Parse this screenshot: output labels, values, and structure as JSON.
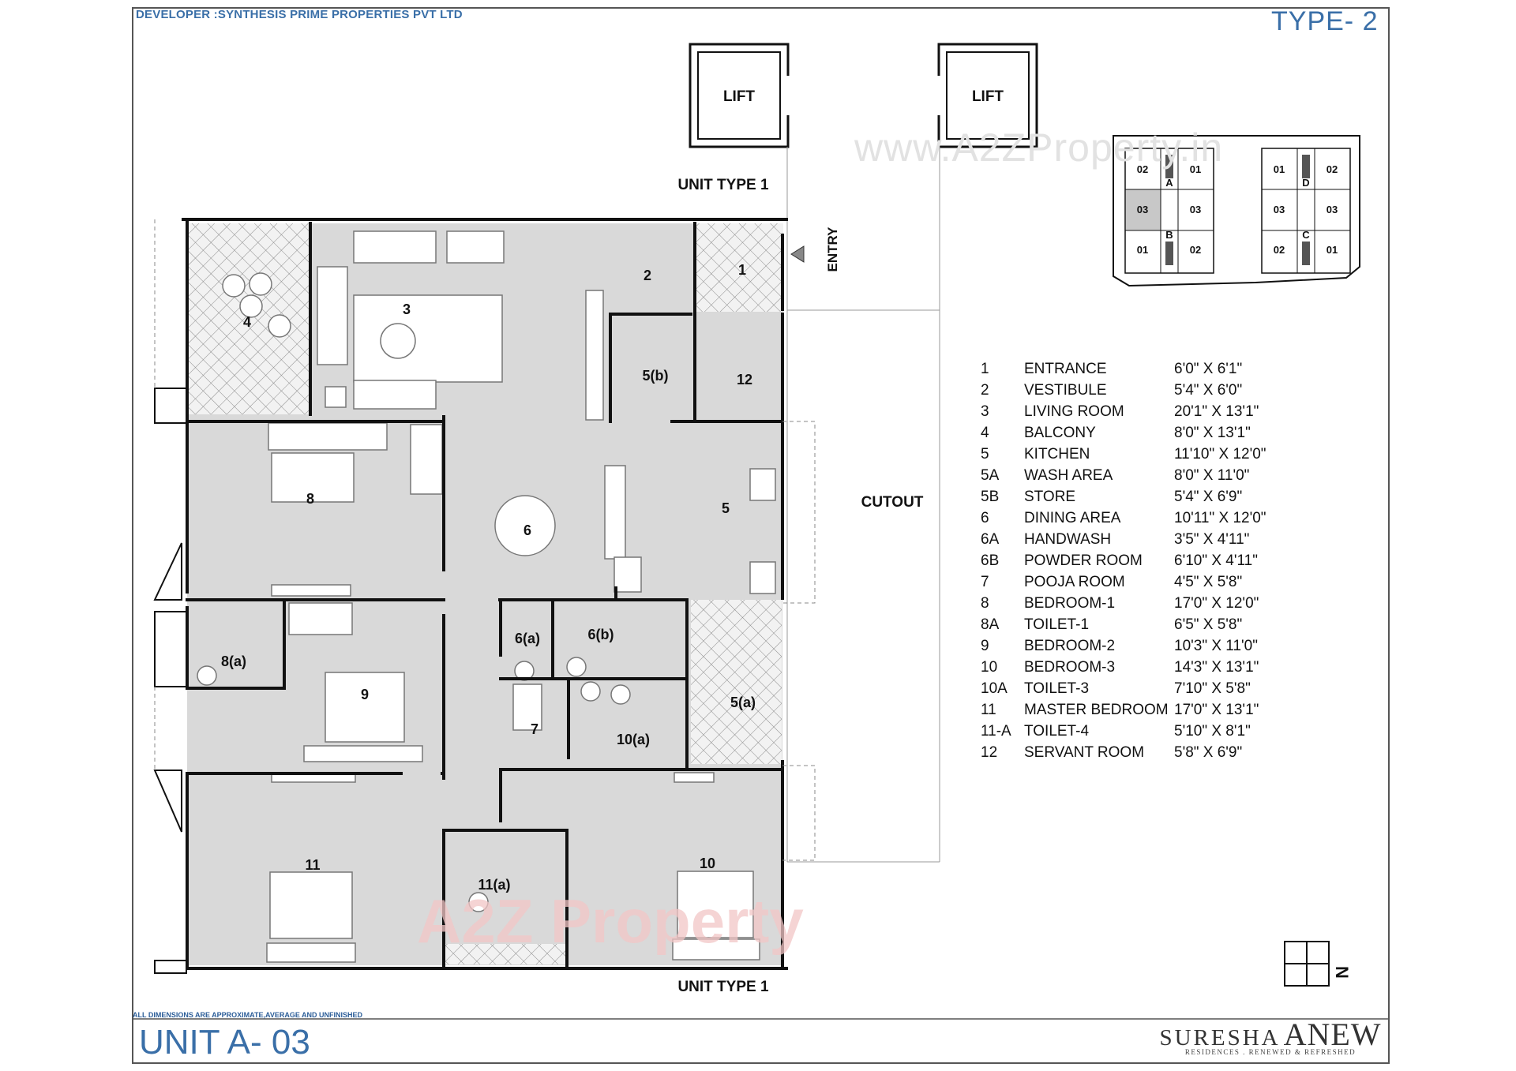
{
  "header": {
    "developer": "DEVELOPER :SYNTHESIS PRIME PROPERTIES PVT LTD",
    "type_title": "TYPE- 2"
  },
  "watermarks": {
    "site": "www.A2ZProperty.in",
    "logo_text": "A2Z Property"
  },
  "plan": {
    "lift_label": "LIFT",
    "unit_type_label": "UNIT TYPE 1",
    "entry_label": "ENTRY",
    "cutout_label": "CUTOUT",
    "room_numbers": {
      "r1": "1",
      "r2": "2",
      "r3": "3",
      "r4": "4",
      "r5": "5",
      "r5a": "5(a)",
      "r5b": "5(b)",
      "r6": "6",
      "r6a": "6(a)",
      "r6b": "6(b)",
      "r7": "7",
      "r8": "8",
      "r8a": "8(a)",
      "r9": "9",
      "r10": "10",
      "r10a": "10(a)",
      "r11": "11",
      "r11a": "11(a)",
      "r12": "12"
    }
  },
  "key_plan": {
    "left": {
      "top_left": "02",
      "top_right": "01",
      "mid_left": "03",
      "mid_right": "03",
      "bottom_left": "01",
      "bottom_right": "02",
      "core_top": "A",
      "core_bottom": "B"
    },
    "right": {
      "top_left": "01",
      "top_right": "02",
      "mid_left": "03",
      "mid_right": "03",
      "bottom_left": "02",
      "bottom_right": "01",
      "core_top": "D",
      "core_bottom": "C"
    },
    "highlight": "03"
  },
  "legend": {
    "rows": [
      {
        "no": "1",
        "name": "ENTRANCE",
        "dim": "6'0\"  X  6'1\""
      },
      {
        "no": "2",
        "name": "VESTIBULE",
        "dim": "5'4\"  X  6'0\""
      },
      {
        "no": "3",
        "name": "LIVING ROOM",
        "dim": "20'1\"  X  13'1\""
      },
      {
        "no": "4",
        "name": "BALCONY",
        "dim": "8'0\"  X  13'1\""
      },
      {
        "no": "5",
        "name": "KITCHEN",
        "dim": "11'10\" X 12'0\""
      },
      {
        "no": "5A",
        "name": "WASH AREA",
        "dim": "8'0\" X 11'0\""
      },
      {
        "no": "5B",
        "name": "STORE",
        "dim": "5'4\" X 6'9\""
      },
      {
        "no": "6",
        "name": "DINING AREA",
        "dim": "10'11\" X 12'0\""
      },
      {
        "no": "6A",
        "name": "HANDWASH",
        "dim": "3'5\" X 4'11\""
      },
      {
        "no": "6B",
        "name": "POWDER ROOM",
        "dim": "6'10\" X 4'11\""
      },
      {
        "no": "7",
        "name": "POOJA ROOM",
        "dim": "4'5\" X 5'8\""
      },
      {
        "no": "8",
        "name": "BEDROOM-1",
        "dim": "17'0\" X 12'0\""
      },
      {
        "no": "8A",
        "name": "TOILET-1",
        "dim": "6'5\" X 5'8\""
      },
      {
        "no": "9",
        "name": "BEDROOM-2",
        "dim": "10'3\" X 11'0\""
      },
      {
        "no": "10",
        "name": "BEDROOM-3",
        "dim": "14'3\" X 13'1\""
      },
      {
        "no": "10A",
        "name": "TOILET-3",
        "dim": "7'10\" X 5'8\""
      },
      {
        "no": "11",
        "name": "MASTER BEDROOM",
        "dim": "17'0\" X 13'1\""
      },
      {
        "no": "11-A",
        "name": "TOILET-4",
        "dim": "5'10\" X 8'1\""
      },
      {
        "no": "12",
        "name": "SERVANT ROOM",
        "dim": "5'8\" X 6'9\""
      }
    ]
  },
  "footer": {
    "disclaimer": "ALL DIMENSIONS ARE APPROXIMATE,AVERAGE AND UNFINISHED",
    "unit_code": "UNIT A-  03",
    "brand_part1": "SURESHA",
    "brand_part2": "ANEW",
    "brand_tagline": "RESIDENCES . RENEWED & REFRESHED"
  },
  "compass_label": "N",
  "colors": {
    "accent": "#3a6fa8",
    "floor": "#d9d9d9",
    "wall": "#111111"
  }
}
